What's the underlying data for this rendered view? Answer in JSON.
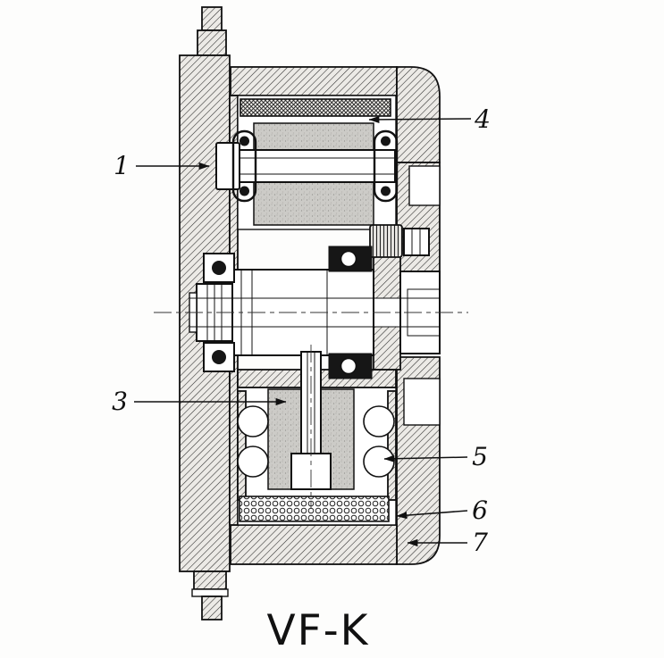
{
  "diagram": {
    "title": "VF-K",
    "callouts": {
      "n1": "1",
      "n3": "3",
      "n4": "4",
      "n5": "5",
      "n6": "6",
      "n7": "7"
    }
  }
}
